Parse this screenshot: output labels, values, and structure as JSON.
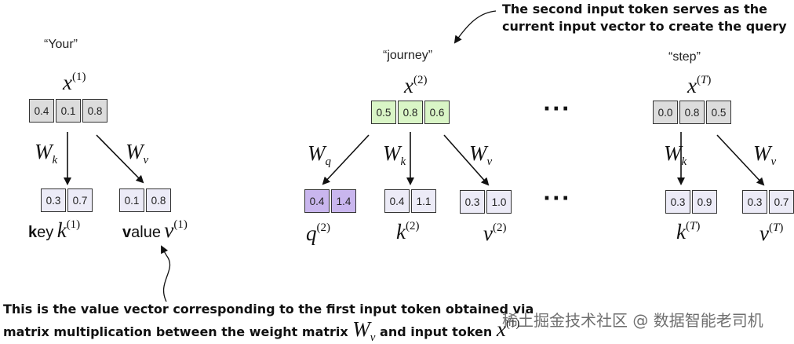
{
  "tokens": [
    {
      "word": "“Your”",
      "x_sup": "(1)",
      "x_values": [
        "0.4",
        "0.1",
        "0.8"
      ]
    },
    {
      "word": "“journey”",
      "x_sup": "(2)",
      "x_values": [
        "0.5",
        "0.8",
        "0.6"
      ]
    },
    {
      "word": "“step”",
      "x_sup": "(T)",
      "x_values": [
        "0.0",
        "0.8",
        "0.5"
      ]
    }
  ],
  "vectors": {
    "k1": [
      "0.3",
      "0.7"
    ],
    "v1": [
      "0.1",
      "0.8"
    ],
    "q2": [
      "0.4",
      "1.4"
    ],
    "k2": [
      "0.4",
      "1.1"
    ],
    "v2": [
      "0.3",
      "1.0"
    ],
    "kT": [
      "0.3",
      "0.9"
    ],
    "vT": [
      "0.3",
      "0.7"
    ]
  },
  "labels": {
    "key_bold": "k",
    "key_rest": "ey",
    "value_bold": "v",
    "value_rest": "alue",
    "sup1": "(1)",
    "sup2": "(2)",
    "supT": "T",
    "k_sym": "k",
    "v_sym": "v",
    "q_sym": "q",
    "x_sym": "x",
    "W_sym": "W",
    "sub_k": "k",
    "sub_v": "v",
    "sub_q": "q"
  },
  "ellipsis": "···",
  "annotations": {
    "top_line1": "The second input token serves as the",
    "top_line2": "current input vector to create the query",
    "bottom_line1": "This is the value vector corresponding to the first input token obtained via",
    "bottom_line2": "matrix multiplication between the weight matrix",
    "bottom_and": "and input token"
  },
  "watermark": "稀土掘金技术社区 @ 数据智能老司机",
  "colors": {
    "input_gray": "#dcdcdc",
    "input_green": "#d9f5c6",
    "output_lavender": "#ecebf7",
    "query_purple": "#c9b6ee"
  }
}
